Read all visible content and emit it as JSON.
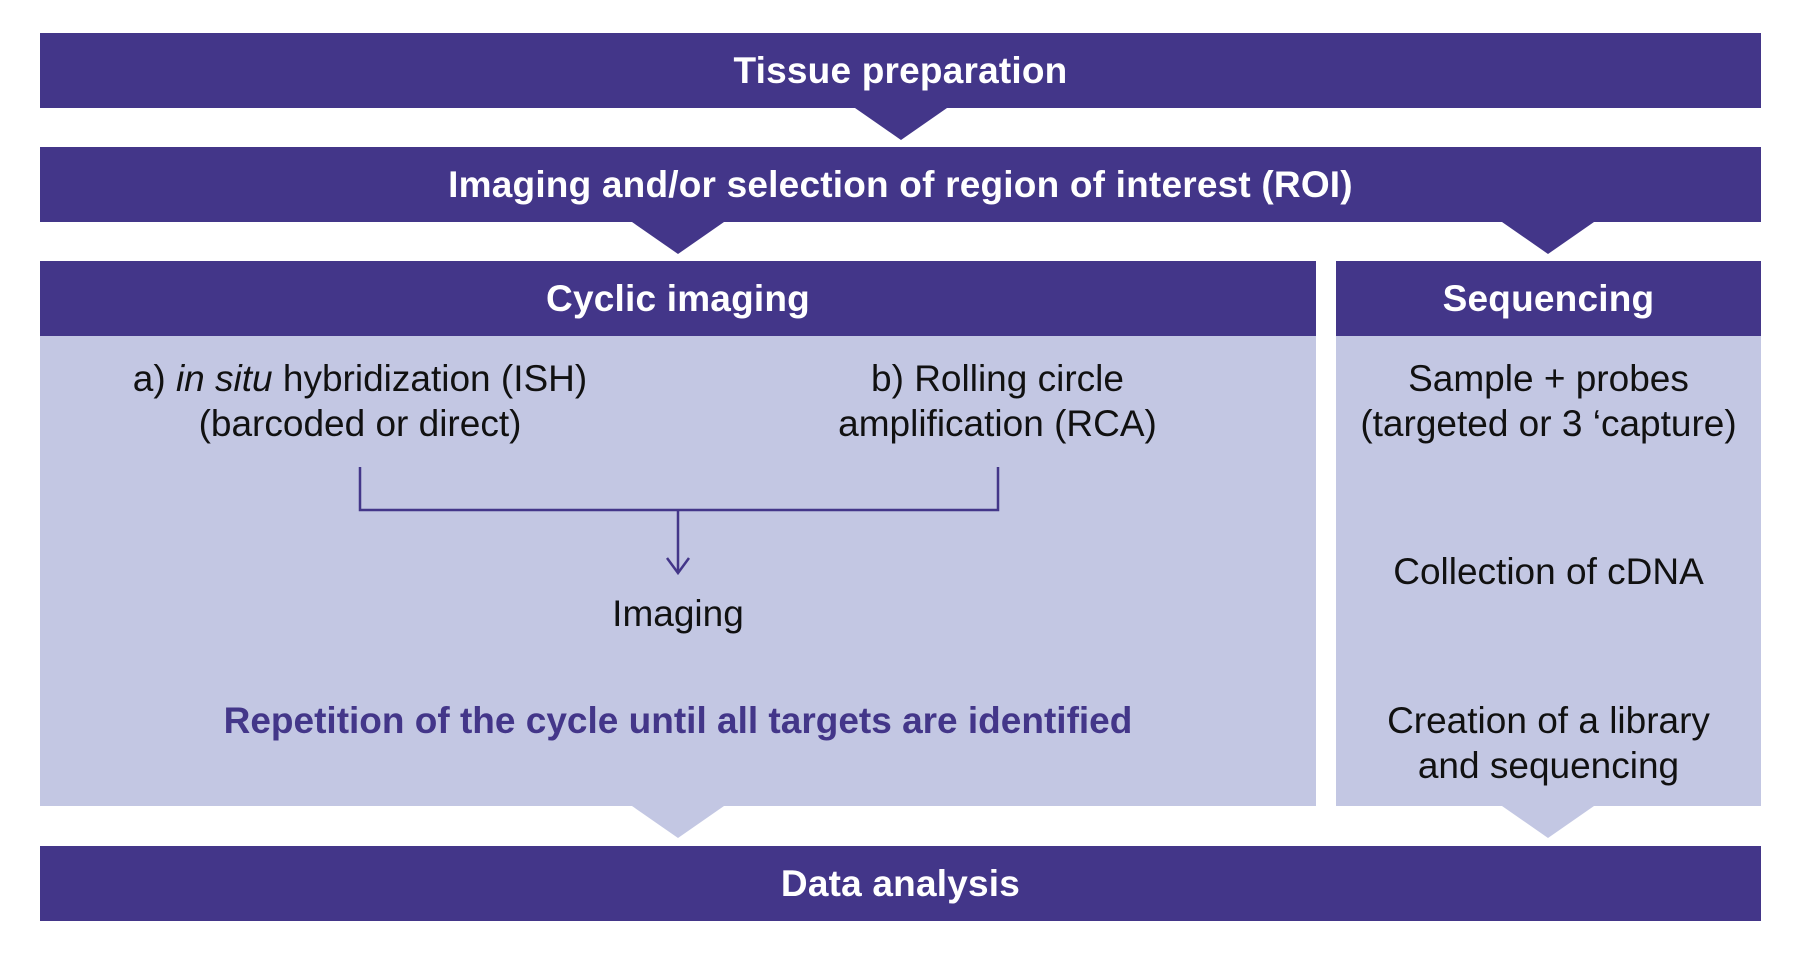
{
  "colors": {
    "dark": "#433689",
    "panel": "#c3c7e3",
    "text": "#111111"
  },
  "steps": {
    "tissue_preparation": "Tissue preparation",
    "imaging_roi": "Imaging and/or selection of region of interest (ROI)",
    "data_analysis": "Data analysis"
  },
  "cyclic": {
    "title": "Cyclic imaging",
    "ish_prefix": "a) ",
    "ish_italic": "in situ",
    "ish_rest": " hybridization (ISH)",
    "ish_line2": "(barcoded or direct)",
    "rca_line1": "b) Rolling circle",
    "rca_line2": "amplification (RCA)",
    "imaging": "Imaging",
    "repetition": "Repetition of the cycle until all targets are identified"
  },
  "sequencing": {
    "title": "Sequencing",
    "sample_line1": "Sample + probes",
    "sample_line2": "(targeted or 3 ‘capture)",
    "cdna": "Collection of cDNA",
    "library_line1": "Creation of a library",
    "library_line2": "and sequencing"
  }
}
